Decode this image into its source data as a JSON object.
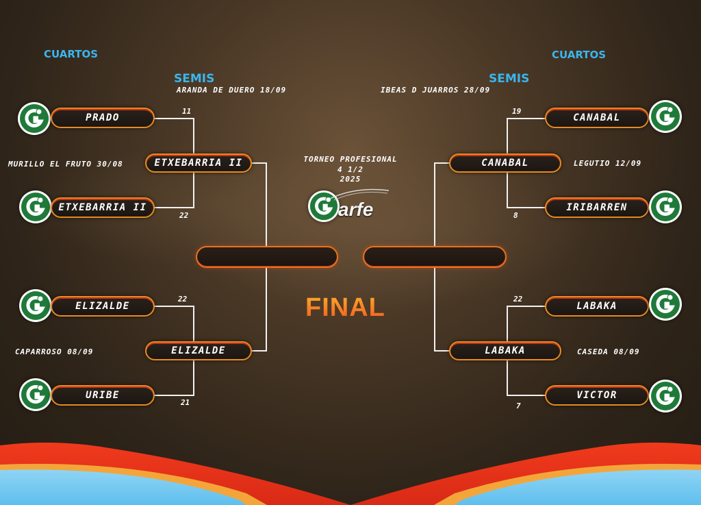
{
  "rounds": {
    "quarters_left": "CUARTOS",
    "quarters_right": "CUARTOS",
    "semis_left": "SEMIS",
    "semis_right": "SEMIS",
    "final": "FINAL"
  },
  "venues": {
    "semis_left": "ARANDA DE DUERO 18/09",
    "semis_right": "IBEAS D JUARROS 28/09",
    "qf_left_top": "MURILLO EL FRUTO 30/08",
    "qf_left_bottom": "CAPARROSO 08/09",
    "qf_right_top": "LEGUTIO 12/09",
    "qf_right_bottom": "CASEDA 08/09"
  },
  "tournament": {
    "line1": "TORNEO PROFESIONAL",
    "line2": "4 1/2",
    "line3": "2025",
    "brand": "arfe"
  },
  "left": {
    "qf": [
      {
        "name": "PRADO",
        "score": "11"
      },
      {
        "name": "ETXEBARRIA II",
        "score": "22"
      },
      {
        "name": "ELIZALDE",
        "score": "22"
      },
      {
        "name": "URIBE",
        "score": "21"
      }
    ],
    "semis": [
      {
        "name": "ETXEBARRIA II"
      },
      {
        "name": "ELIZALDE"
      }
    ],
    "finalist": ""
  },
  "right": {
    "qf": [
      {
        "name": "CANABAL",
        "score": "19"
      },
      {
        "name": "IRIBARREN",
        "score": "8"
      },
      {
        "name": "LABAKA",
        "score": "22"
      },
      {
        "name": "VICTOR",
        "score": "7"
      }
    ],
    "semis": [
      {
        "name": "CANABAL"
      },
      {
        "name": "LABAKA"
      }
    ],
    "finalist": ""
  },
  "colors": {
    "accent_blue": "#3ab6ee",
    "box_border": "#e88a1e",
    "logo_green": "#1f7a3a",
    "final_gradient_top": "#ffb02a",
    "final_gradient_bottom": "#f0541e"
  },
  "icons": {
    "team_logo": "garfe-g-logo-icon"
  }
}
